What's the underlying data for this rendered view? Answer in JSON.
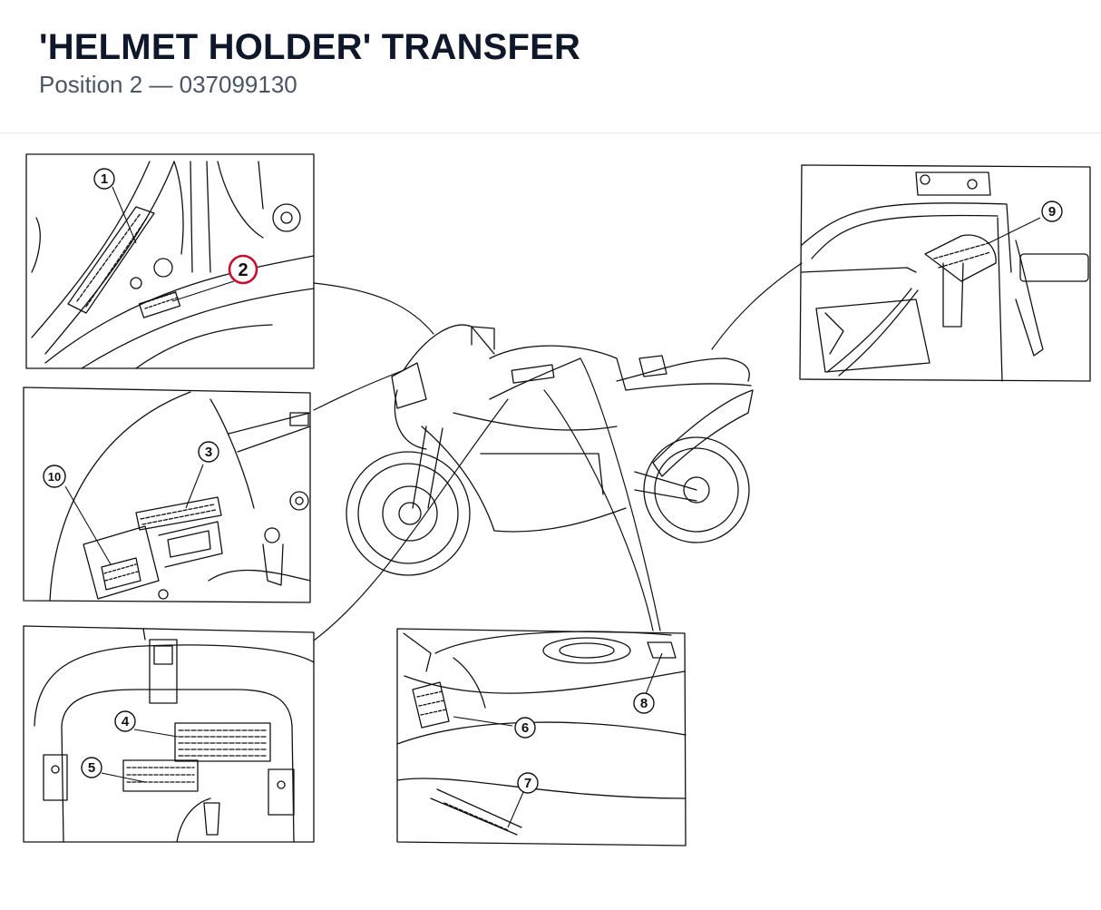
{
  "header": {
    "title": "'HELMET HOLDER' TRANSFER",
    "subtitle": "Position 2 — 037099130"
  },
  "callouts": [
    {
      "id": "1",
      "label": "1",
      "highlighted": false
    },
    {
      "id": "2",
      "label": "2",
      "highlighted": true
    },
    {
      "id": "3",
      "label": "3",
      "highlighted": false
    },
    {
      "id": "4",
      "label": "4",
      "highlighted": false
    },
    {
      "id": "5",
      "label": "5",
      "highlighted": false
    },
    {
      "id": "6",
      "label": "6",
      "highlighted": false
    },
    {
      "id": "7",
      "label": "7",
      "highlighted": false
    },
    {
      "id": "8",
      "label": "8",
      "highlighted": false
    },
    {
      "id": "9",
      "label": "9",
      "highlighted": false
    },
    {
      "id": "10",
      "label": "10",
      "highlighted": false
    }
  ],
  "colors": {
    "title": "#0f172a",
    "subtitle": "#4b5563",
    "highlight": "#c8102e",
    "line": "#111111"
  }
}
